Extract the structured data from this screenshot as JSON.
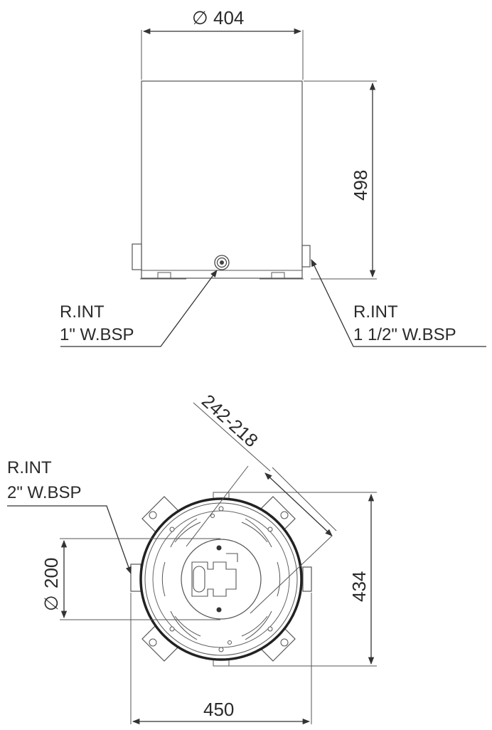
{
  "dimensions": {
    "top_diameter": "404",
    "height": "498",
    "plan_diameter": "200",
    "plan_height": "434",
    "plan_width": "450",
    "diagonal": "242-218"
  },
  "symbols": {
    "diameter": "∅"
  },
  "callouts": {
    "left_inlet": {
      "line1": "R.INT",
      "line2": "1\" W.BSP"
    },
    "right_inlet": {
      "line1": "R.INT",
      "line2": "1 1/2\" W.BSP"
    },
    "plan_inlet": {
      "line1": "R.INT",
      "line2": "2\" W.BSP"
    }
  }
}
